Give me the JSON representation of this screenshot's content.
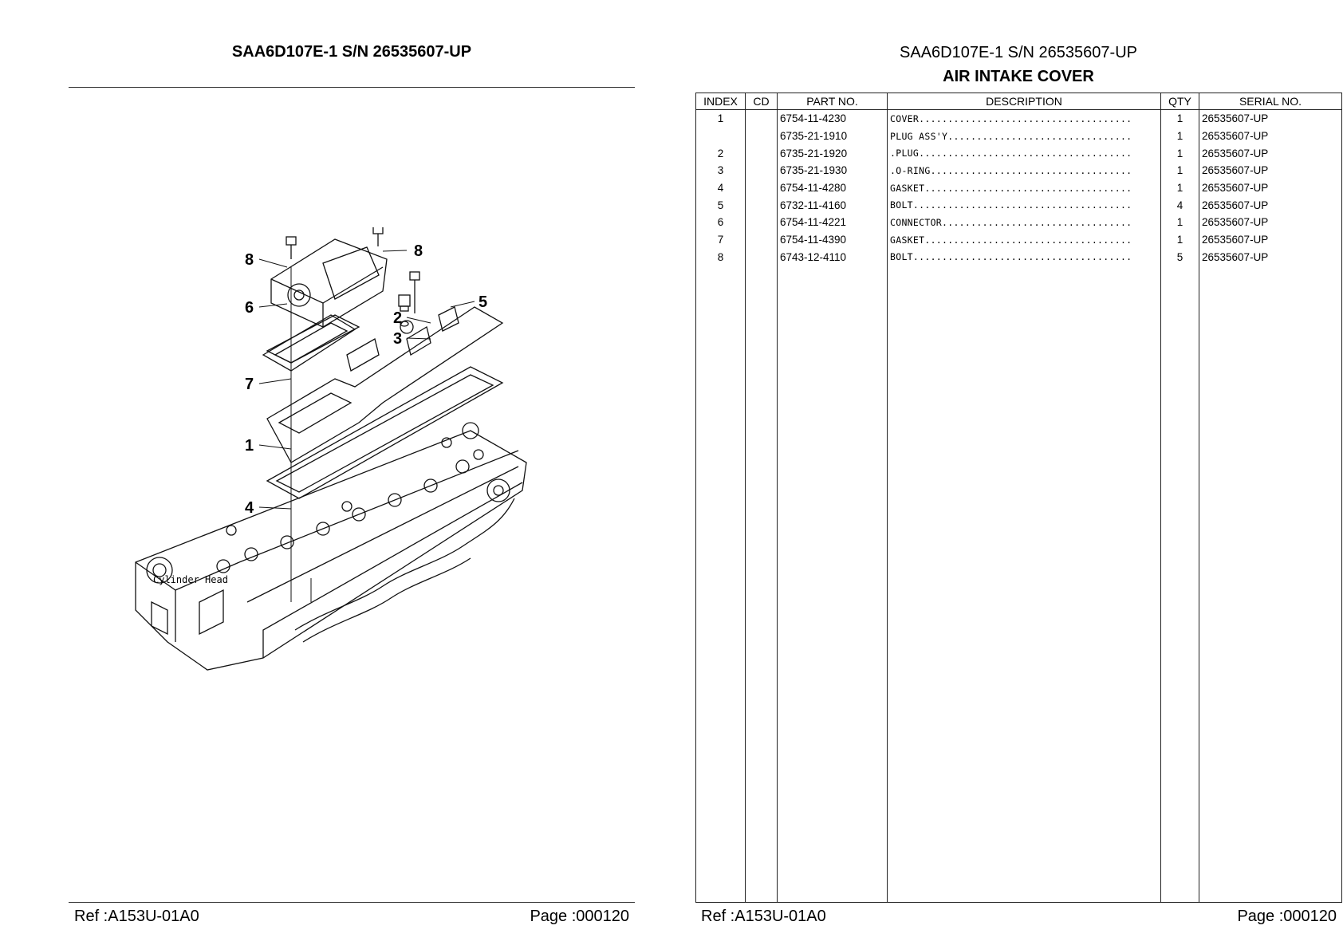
{
  "left_page": {
    "title": "SAA6D107E-1 S/N 26535607-UP",
    "drawing": {
      "callouts": [
        "8",
        "8",
        "6",
        "2",
        "5",
        "3",
        "7",
        "1",
        "4"
      ],
      "note": "Cylinder Head"
    },
    "footer": {
      "ref": "Ref :A153U-01A0",
      "page": "Page :000120"
    }
  },
  "right_page": {
    "title": "SAA6D107E-1 S/N 26535607-UP",
    "subtitle": "AIR INTAKE COVER",
    "table": {
      "headers": [
        "INDEX",
        "CD",
        "PART NO.",
        "DESCRIPTION",
        "QTY",
        "SERIAL NO."
      ],
      "rows": [
        {
          "index": "1",
          "cd": "",
          "part_no": "6754-11-4230",
          "description": "COVER.....................................",
          "qty": "1",
          "serial": "26535607-UP"
        },
        {
          "index": "",
          "cd": "",
          "part_no": "6735-21-1910",
          "description": "PLUG ASS'Y................................",
          "qty": "1",
          "serial": "26535607-UP"
        },
        {
          "index": "2",
          "cd": "",
          "part_no": "6735-21-1920",
          "description": ".PLUG.....................................",
          "qty": "1",
          "serial": "26535607-UP"
        },
        {
          "index": "3",
          "cd": "",
          "part_no": "6735-21-1930",
          "description": ".O-RING...................................",
          "qty": "1",
          "serial": "26535607-UP"
        },
        {
          "index": "4",
          "cd": "",
          "part_no": "6754-11-4280",
          "description": "GASKET....................................",
          "qty": "1",
          "serial": "26535607-UP"
        },
        {
          "index": "5",
          "cd": "",
          "part_no": "6732-11-4160",
          "description": "BOLT......................................",
          "qty": "4",
          "serial": "26535607-UP"
        },
        {
          "index": "6",
          "cd": "",
          "part_no": "6754-11-4221",
          "description": "CONNECTOR.................................",
          "qty": "1",
          "serial": "26535607-UP"
        },
        {
          "index": "7",
          "cd": "",
          "part_no": "6754-11-4390",
          "description": "GASKET....................................",
          "qty": "1",
          "serial": "26535607-UP"
        },
        {
          "index": "8",
          "cd": "",
          "part_no": "6743-12-4110",
          "description": "BOLT......................................",
          "qty": "5",
          "serial": "26535607-UP"
        }
      ]
    },
    "footer": {
      "ref": "Ref :A153U-01A0",
      "page": "Page :000120"
    }
  }
}
